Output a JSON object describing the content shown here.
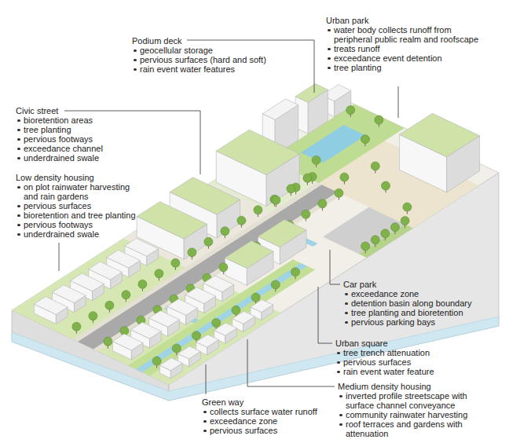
{
  "diagram": {
    "labels": [
      "Urban park",
      "water body collects runoff from peripheral public realm and roofscape",
      "treats runoff",
      "exceedance event detention",
      "tree planting",
      "Podium deck",
      "geocellular storage",
      "pervious surfaces (hard and soft)",
      "rain event water features",
      "Civic street",
      "bioretention areas",
      "tree planting",
      "pervious footways",
      "exceedance channel",
      "underdrained swale",
      "Low density housing",
      "on plot rainwater harvesting and rain gardens",
      "pervious surfaces",
      "bioretention and tree planting",
      "pervious footways",
      "underdrained swale",
      "Car park",
      "exceedance zone",
      "detention basin along boundary",
      "tree planting and bioretention",
      "pervious parking bays",
      "Urban square",
      "tree trench attenuation",
      "pervious surfaces",
      "rain event water feature",
      "Medium density housing",
      "inverted profile streetscape with surface channel conveyance",
      "community rainwater harvesting",
      "roof terraces and gardens with attenuation",
      "Green way",
      "collects surface water runoff",
      "exceedance zone",
      "pervious surfaces"
    ]
  }
}
